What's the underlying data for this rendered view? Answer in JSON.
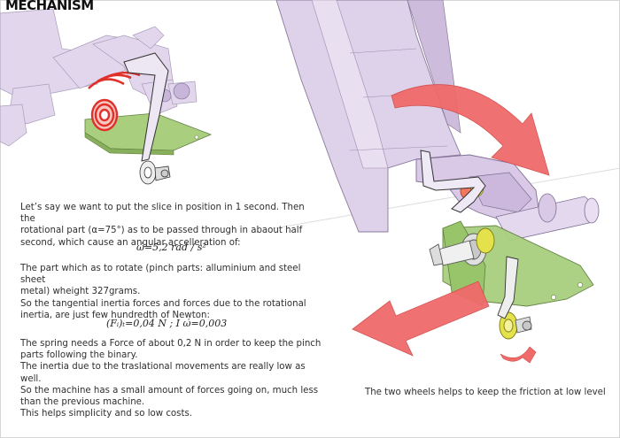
{
  "title": "MECHANISM",
  "text": {
    "p1": "Let’s say we want to put the slice in position in 1 second. Then the\nrotational part (α=75°) as to be passed through in abaout half\nsecond, which cause an angular accelleration of:",
    "eq1": "ω̇=5,2 rad / s²",
    "p2": "The part which as to rotate (pinch parts: alluminium and steel sheet\nmetal) wheight 327grams.\nSo the tangential inertia forces and forces due to the rotational\ninertia, are just few hundredth of Newton:",
    "eq2": "(Fᵢ)ₜ=0,04 N  ;  I ω̇=0,003",
    "p3": "The spring needs a Force of about 0,2 N in order to keep the pinch\nparts following the binary.\nThe inertia due to the traslational movements are really low as well.\nSo the machine has a small amount of forces going on, much less\nthan the previous machine.\nThis helps simplicity and so low costs."
  },
  "caption": "The two wheels helps to keep the friction at low level",
  "colors": {
    "purple_part": "#d9c9e6",
    "purple_edge": "#8a7a9a",
    "green_plate": "#a9cf7e",
    "green_edge": "#5f7f3f",
    "red_arrow": "#f06a6a",
    "red_spring": "#e0302a",
    "yellow_wheel": "#e4e24a"
  },
  "icons": [
    "left-mechanism-illustration",
    "right-mechanism-illustration",
    "rotation-arrow-icon",
    "translation-arrow-icon"
  ]
}
